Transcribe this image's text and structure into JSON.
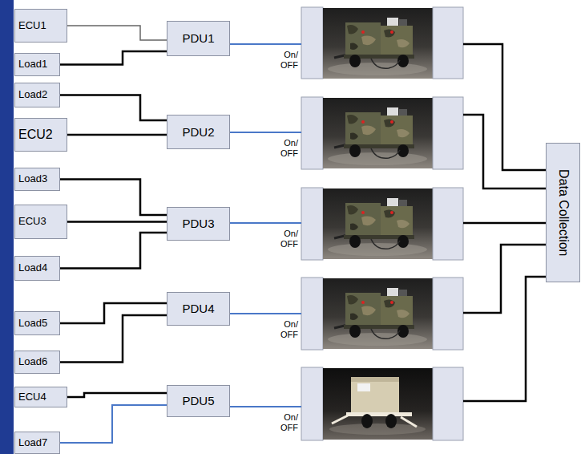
{
  "diagram": {
    "nodes": [
      {
        "text": [
          "ECU1"
        ]
      },
      {
        "text": [
          "Load1"
        ]
      },
      {
        "text": [
          "PDU1"
        ]
      },
      {
        "text": [
          "Load2"
        ]
      },
      {
        "text": [
          "ECU2"
        ]
      },
      {
        "text": [
          "PDU2"
        ]
      },
      {
        "text": [
          "Load3"
        ]
      },
      {
        "text": [
          "ECU3"
        ]
      },
      {
        "text": [
          "Load4"
        ]
      },
      {
        "text": [
          "PDU3"
        ]
      },
      {
        "text": [
          "Load5"
        ]
      },
      {
        "text": [
          "Load6"
        ]
      },
      {
        "text": [
          "PDU4"
        ]
      },
      {
        "text": [
          "ECU4"
        ]
      },
      {
        "text": [
          "Load7"
        ]
      },
      {
        "text": [
          "PDU5"
        ]
      },
      {
        "text": [
          "Data Collection"
        ]
      }
    ],
    "edges": [
      {
        "from": 0,
        "to": 2,
        "arrow": "none"
      },
      {
        "from": 1,
        "to": 2,
        "arrow": "none"
      },
      {
        "from": 3,
        "to": 5,
        "arrow": "none"
      },
      {
        "from": 4,
        "to": 5,
        "arrow": "none"
      },
      {
        "from": 6,
        "to": 9,
        "arrow": "none"
      },
      {
        "from": 7,
        "to": 9,
        "arrow": "none"
      },
      {
        "from": 8,
        "to": 9,
        "arrow": "none"
      },
      {
        "from": 10,
        "to": 12,
        "arrow": "none"
      },
      {
        "from": 11,
        "to": 12,
        "arrow": "none"
      },
      {
        "from": 13,
        "to": 15,
        "arrow": "none"
      },
      {
        "from": 14,
        "to": 15,
        "arrow": "none"
      }
    ],
    "labels": [
      "On/ OFF",
      "On/ OFF",
      "On/ OFF",
      "On/ OFF",
      "On/ OFF"
    ]
  }
}
